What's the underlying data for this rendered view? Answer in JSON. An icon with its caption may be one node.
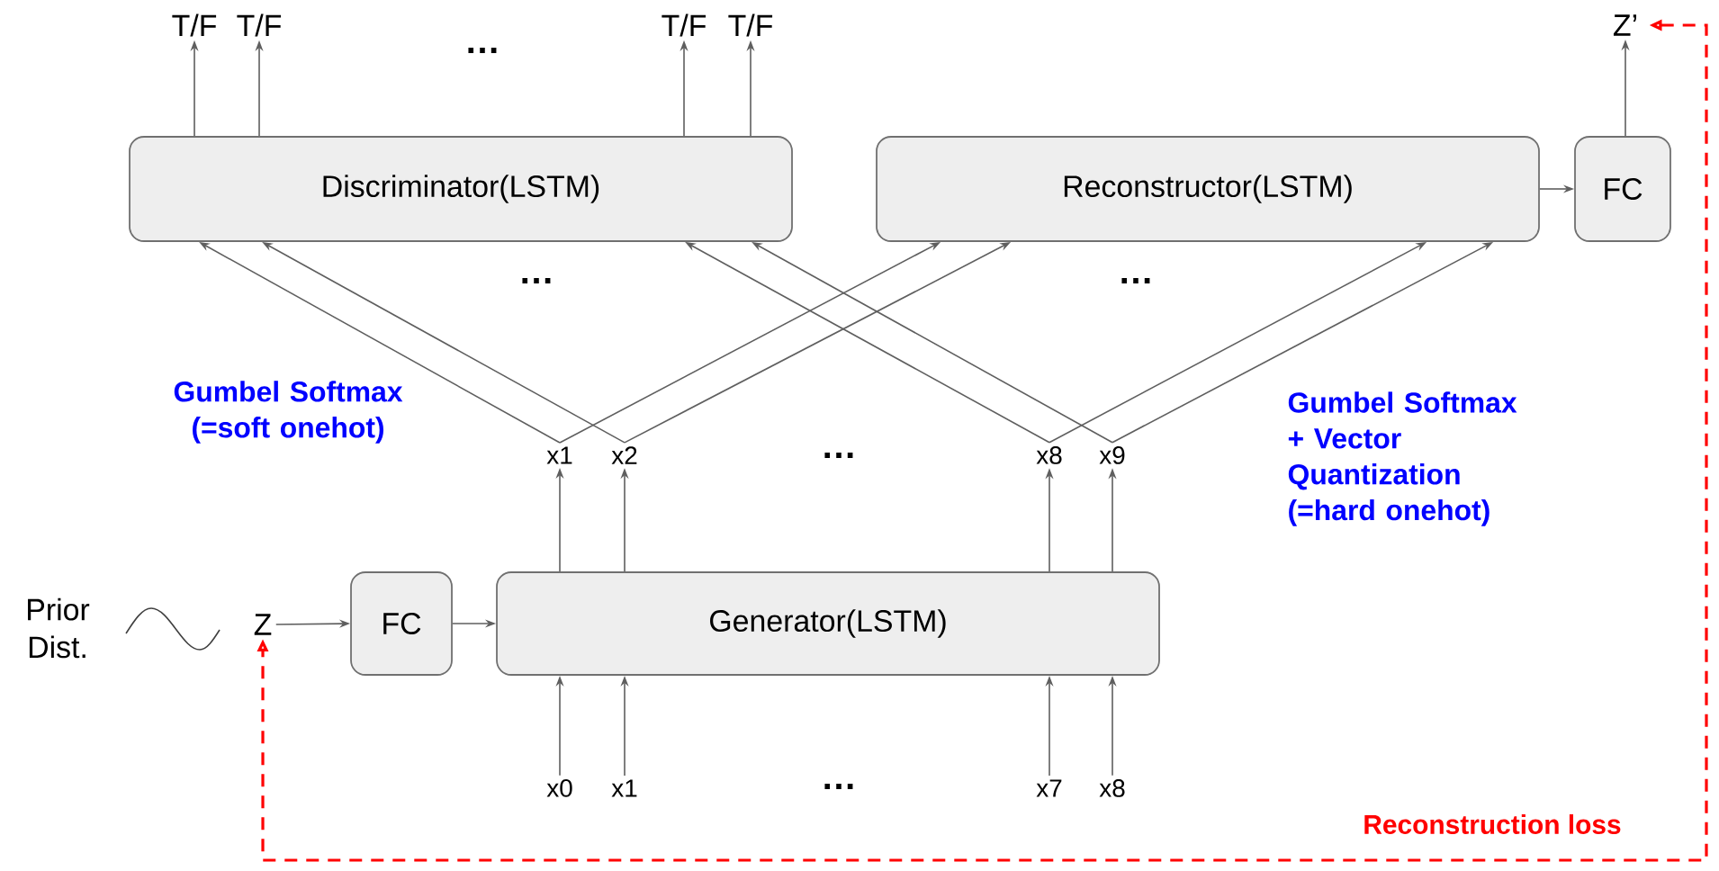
{
  "diagram": {
    "nodes": [
      {
        "text": [
          "T/F"
        ]
      },
      {
        "text": [
          "T/F"
        ]
      },
      {
        "text": [
          "T/F"
        ]
      },
      {
        "text": [
          "T/F"
        ]
      },
      {
        "text": [
          "Z’"
        ]
      },
      {
        "text": [
          "Discriminator(LSTM)"
        ]
      },
      {
        "text": [
          "Reconstructor(LSTM)"
        ]
      },
      {
        "text": [
          "FC"
        ]
      },
      {
        "text": [
          "x1"
        ]
      },
      {
        "text": [
          "x2"
        ]
      },
      {
        "text": [
          "x8"
        ]
      },
      {
        "text": [
          "x9"
        ]
      },
      {
        "text": [
          "Z"
        ]
      },
      {
        "text": [
          "FC"
        ]
      },
      {
        "text": [
          "Generator(LSTM)"
        ]
      },
      {
        "text": [
          "x0"
        ]
      },
      {
        "text": [
          "x1"
        ]
      },
      {
        "text": [
          "x7"
        ]
      },
      {
        "text": [
          "x8"
        ]
      }
    ],
    "edges": [
      {
        "from": 5,
        "to": 0,
        "arrow": "to"
      },
      {
        "from": 5,
        "to": 1,
        "arrow": "to"
      },
      {
        "from": 5,
        "to": 2,
        "arrow": "to"
      },
      {
        "from": 5,
        "to": 3,
        "arrow": "to"
      },
      {
        "from": 7,
        "to": 4,
        "arrow": "to"
      },
      {
        "from": 6,
        "to": 7,
        "arrow": "to"
      },
      {
        "from": 8,
        "to": 5,
        "arrow": "to"
      },
      {
        "from": 8,
        "to": 6,
        "arrow": "to"
      },
      {
        "from": 9,
        "to": 5,
        "arrow": "to"
      },
      {
        "from": 9,
        "to": 6,
        "arrow": "to"
      },
      {
        "from": 10,
        "to": 5,
        "arrow": "to"
      },
      {
        "from": 10,
        "to": 6,
        "arrow": "to"
      },
      {
        "from": 11,
        "to": 5,
        "arrow": "to"
      },
      {
        "from": 11,
        "to": 6,
        "arrow": "to"
      },
      {
        "from": 12,
        "to": 13,
        "arrow": "to"
      },
      {
        "from": 13,
        "to": 14,
        "arrow": "to"
      },
      {
        "from": 14,
        "to": 8,
        "arrow": "to"
      },
      {
        "from": 14,
        "to": 9,
        "arrow": "to"
      },
      {
        "from": 14,
        "to": 10,
        "arrow": "to"
      },
      {
        "from": 14,
        "to": 11,
        "arrow": "to"
      },
      {
        "from": 15,
        "to": 14,
        "arrow": "to"
      },
      {
        "from": 16,
        "to": 14,
        "arrow": "to"
      },
      {
        "from": 17,
        "to": 14,
        "arrow": "to"
      },
      {
        "from": 18,
        "to": 14,
        "arrow": "to"
      },
      {
        "from": 4,
        "to": 12,
        "arrow": "both",
        "style": "dashed",
        "color": "#ff0000",
        "label": "Reconstruction loss"
      }
    ],
    "labels": [
      "…",
      "…",
      "…",
      "Gumbel Softmax (=soft onehot)",
      "Gumbel Softmax + Vector Quantization (=hard onehot)",
      "…",
      "Prior Dist.",
      "…"
    ]
  }
}
